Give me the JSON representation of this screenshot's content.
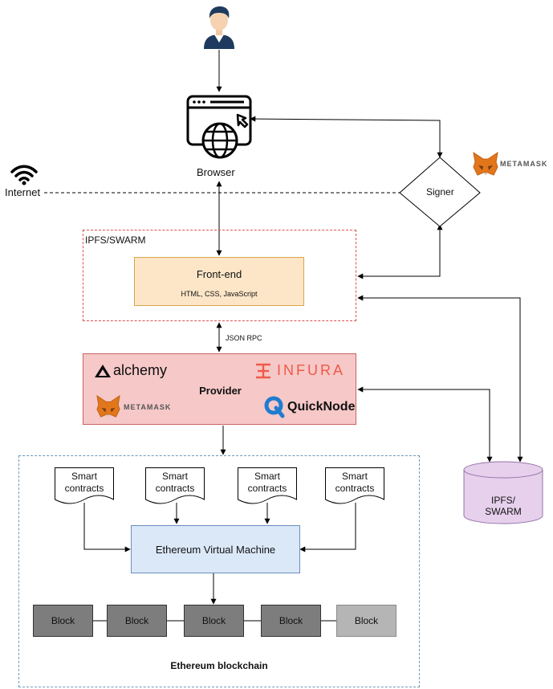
{
  "nodes": {
    "browser": "Browser",
    "internet": "Internet",
    "signer": "Signer",
    "ipfs_swarm_group": "IPFS/SWARM",
    "frontend_title": "Front-end",
    "frontend_subtitle": "HTML, CSS, JavaScript",
    "json_rpc": "JSON RPC",
    "provider": "Provider",
    "ipfs_db_line1": "IPFS/",
    "ipfs_db_line2": "SWARM",
    "evm": "Ethereum Virtual Machine",
    "blockchain": "Ethereum blockchain"
  },
  "logos": {
    "metamask_top": "METAMASK",
    "alchemy": "alchemy",
    "infura": "INFURA",
    "metamask_provider": "METAMASK",
    "quicknode": "QuickNode"
  },
  "contracts": [
    {
      "line1": "Smart",
      "line2": "contracts"
    },
    {
      "line1": "Smart",
      "line2": "contracts"
    },
    {
      "line1": "Smart",
      "line2": "contracts"
    },
    {
      "line1": "Smart",
      "line2": "contracts"
    }
  ],
  "blocks": [
    "Block",
    "Block",
    "Block",
    "Block",
    "Block"
  ],
  "colors": {
    "frontend_fill": "#fde6c8",
    "provider_fill": "#f6c8c8",
    "evm_fill": "#dbe8f8",
    "ipfs_db_fill": "#e6d0ec",
    "metamask_orange": "#e2761b",
    "infura_red": "#ef5a48",
    "quicknode_blue": "#1f7ccf"
  }
}
